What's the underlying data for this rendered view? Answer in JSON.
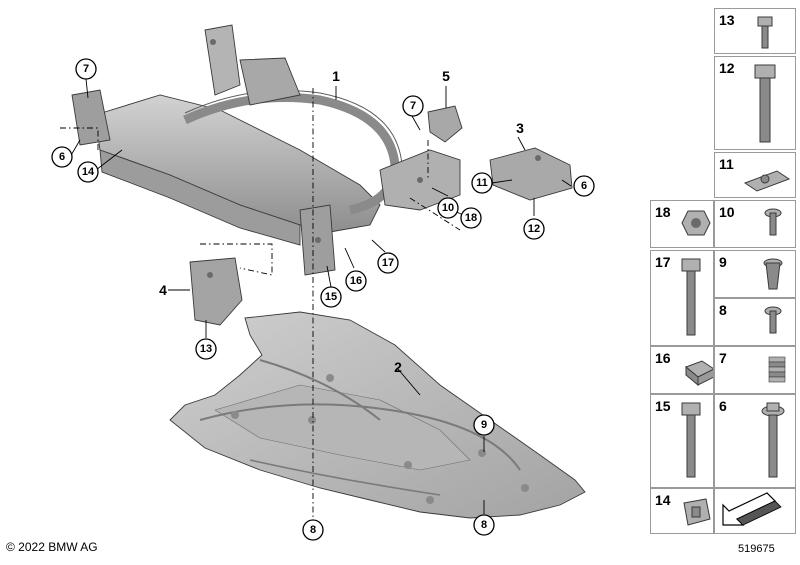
{
  "diagram": {
    "copyright": "© 2022 BMW AG",
    "diagram_number": "519675",
    "bold_labels": [
      "1",
      "2",
      "3",
      "4",
      "5"
    ],
    "callouts": [
      "7",
      "6",
      "14",
      "7",
      "11",
      "6",
      "10",
      "12",
      "18",
      "17",
      "16",
      "15",
      "13",
      "9",
      "8",
      "8"
    ]
  },
  "parts_table": {
    "cells": [
      "13",
      "12",
      "11",
      "18",
      "10",
      "17",
      "9",
      "8",
      "16",
      "7",
      "15",
      "6",
      "14",
      ""
    ]
  },
  "colors": {
    "metal_light": "#c4c4c4",
    "metal_mid": "#a6a6a6",
    "metal_dark": "#7b7b7b",
    "outline": "#3a3a3a",
    "cell_border": "#9a9a9a"
  }
}
